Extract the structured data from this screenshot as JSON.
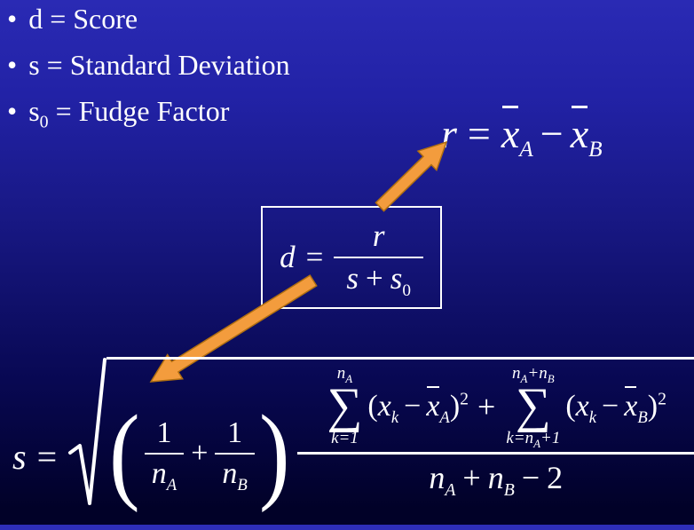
{
  "bullets": [
    {
      "marker": "•",
      "text": "d = Score"
    },
    {
      "marker": "•",
      "text": "s = Standard Deviation"
    },
    {
      "marker": "•",
      "pre": "s",
      "sub": "0",
      "post": " = Fudge Factor"
    }
  ],
  "formula_r": {
    "lhs": "r",
    "eq": "=",
    "x_a": "x",
    "sub_a": "A",
    "minus": "−",
    "x_b": "x",
    "sub_b": "B"
  },
  "formula_d": {
    "lhs": "d",
    "eq": "=",
    "num": "r",
    "den_s": "s",
    "den_plus": "+",
    "den_s2": "s",
    "den_sub": "0"
  },
  "formula_s": {
    "lhs": "s",
    "eq": "=",
    "paren_open": "(",
    "paren_close": ")",
    "frac1_num": "1",
    "frac1_den": "n",
    "frac1_sub": "A",
    "coef_plus": "+",
    "frac2_num": "1",
    "frac2_den": "n",
    "frac2_sub": "B",
    "sum1_upper": "n",
    "sum1_upper_sub": "A",
    "sum1_sigma": "∑",
    "sum1_lower": "k=1",
    "t1_open": "(",
    "t1_x": "x",
    "t1_sub": "k",
    "t1_minus": "−",
    "t1_xbar": "x",
    "t1_xbar_sub": "A",
    "t1_close": ")",
    "t1_sup": "2",
    "num_plus": "+",
    "sum2_upper_n1": "n",
    "sum2_upper_sub1": "A",
    "sum2_upper_plus": "+",
    "sum2_upper_n2": "n",
    "sum2_upper_sub2": "B",
    "sum2_sigma": "∑",
    "sum2_lower_pre": "k=n",
    "sum2_lower_sub": "A",
    "sum2_lower_post": "+1",
    "t2_open": "(",
    "t2_x": "x",
    "t2_sub": "k",
    "t2_minus": "−",
    "t2_xbar": "x",
    "t2_xbar_sub": "B",
    "t2_close": ")",
    "t2_sup": "2",
    "den_n1": "n",
    "den_sub1": "A",
    "den_plus": "+",
    "den_n2": "n",
    "den_sub2": "B",
    "den_minus": "−",
    "den_2": "2"
  },
  "colors": {
    "arrow_fill": "#F39C3D",
    "arrow_stroke": "#B06F10",
    "background_top": "#2A2AB4",
    "background_bottom": "#010128",
    "text": "#FFFFFF"
  }
}
